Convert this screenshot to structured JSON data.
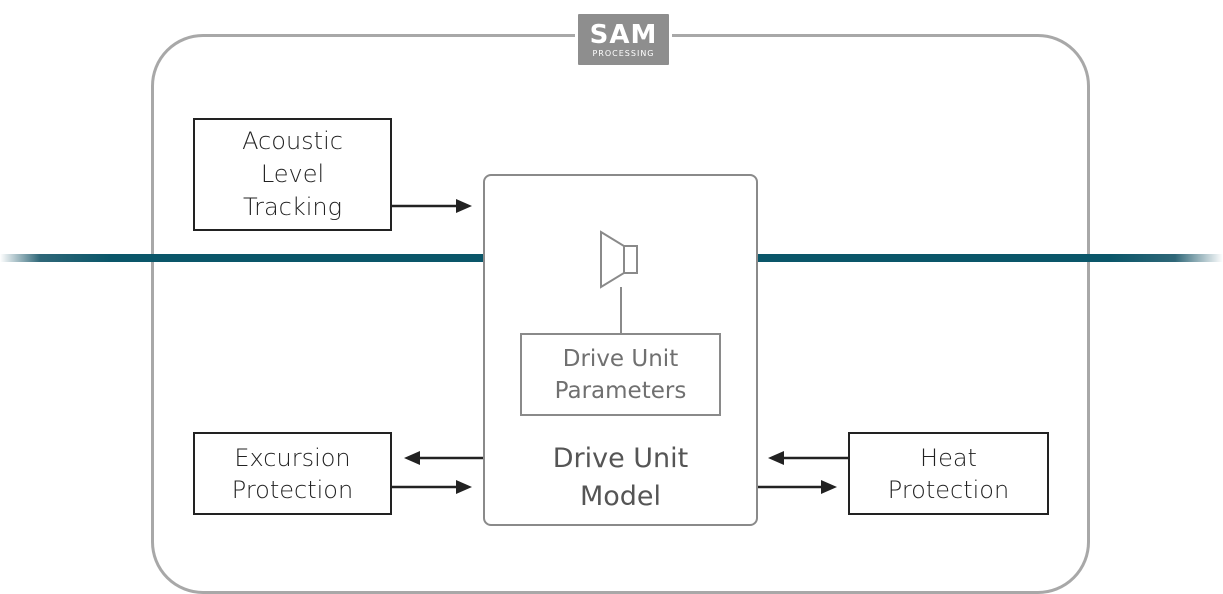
{
  "logo": {
    "main": "SAM",
    "sub": "PROCESSING"
  },
  "blocks": {
    "acoustic": "Acoustic\nLevel\nTracking",
    "excursion": "Excursion\nProtection",
    "heat": "Heat\nProtection",
    "parameters": "Drive Unit\nParameters",
    "model": "Drive Unit\nModel"
  },
  "icons": {
    "speaker": "speaker-icon"
  },
  "colors": {
    "frame": "#a8a8a8",
    "band": "#0a5669",
    "text": "#222222",
    "muted": "#707070",
    "logo_bg": "#8e8e8e"
  }
}
